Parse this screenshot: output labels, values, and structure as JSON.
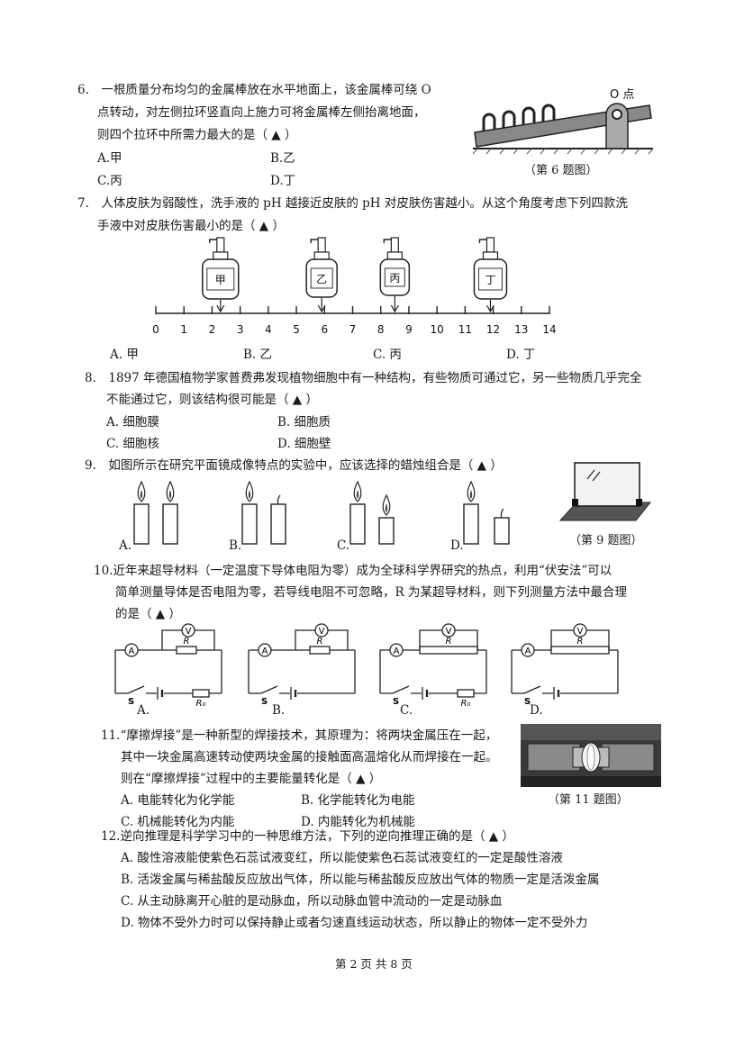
{
  "q6": {
    "lines": [
      "6.　一根质量分布均匀的金属棒放在水平地面上，该金属棒可绕 O",
      "点转动，对左侧拉环竖直向上施力可将金属棒左侧抬离地面，",
      "则四个拉环中所需力最大的是（ ▲ ）"
    ],
    "options": [
      "A.甲",
      "B.乙",
      "C.丙",
      "D.丁"
    ],
    "fig_label": "O 点",
    "caption": "（第 6 题图）"
  },
  "q7": {
    "lines": [
      "7.　人体皮肤为弱酸性，洗手液的 pH 越接近皮肤的 pH 对皮肤伤害越小。从这个角度考虑下列四款洗",
      "手液中对皮肤伤害最小的是（ ▲ ）"
    ],
    "bottles": [
      "甲",
      "乙",
      "丙",
      "丁"
    ],
    "scale": [
      "0",
      "1",
      "2",
      "3",
      "4",
      "5",
      "6",
      "7",
      "8",
      "9",
      "10",
      "11",
      "12",
      "13",
      "14"
    ],
    "bottle_ph": [
      2.3,
      5.9,
      8.5,
      11.9
    ],
    "options": [
      "A. 甲",
      "B. 乙",
      "C. 丙",
      "D. 丁"
    ]
  },
  "q8": {
    "lines": [
      "8.　1897 年德国植物学家普费弗发现植物细胞中有一种结构，有些物质可通过它，另一些物质几乎完全",
      "不能通过它，则该结构很可能是（ ▲ ）"
    ],
    "options": [
      "A. 细胞膜",
      "B. 细胞质",
      "C. 细胞核",
      "D. 细胞壁"
    ]
  },
  "q9": {
    "lines": [
      "9.　如图所示在研究平面镜成像特点的实验中，应该选择的蜡烛组合是（ ▲ ）"
    ],
    "options": [
      "A.",
      "B.",
      "C.",
      "D."
    ],
    "caption": "（第 9 题图）"
  },
  "q10": {
    "lines": [
      "10.近年来超导材料（一定温度下导体电阻为零）成为全球科学界研究的热点，利用“伏安法”可以",
      "简单测量导体是否电阻为零，若导线电阻不可忽略，R 为某超导材料，则下列测量方法中最合理",
      "的是（ ▲ ）"
    ],
    "circuit": {
      "ammeter": "A",
      "voltmeter": "V",
      "resistor": "R",
      "switch": "S",
      "r0": "R₀"
    },
    "options": [
      "A.",
      "B.",
      "C.",
      "D."
    ]
  },
  "q11": {
    "lines": [
      "11.“摩擦焊接”是一种新型的焊接技术，其原理为：将两块金属压在一起，",
      "其中一块金属高速转动使两块金属的接触面高温熔化从而焊接在一起。",
      "则在“摩擦焊接”过程中的主要能量转化是（ ▲ ）"
    ],
    "options": [
      "A. 电能转化为化学能",
      "B. 化学能转化为电能",
      "C. 机械能转化为内能",
      "D. 内能转化为机械能"
    ],
    "caption": "（第 11 题图）"
  },
  "q12": {
    "lines": [
      "12.逆向推理是科学学习中的一种思维方法，下列的逆向推理正确的是（ ▲ ）"
    ],
    "options": [
      "A. 酸性溶液能使紫色石蕊试液变红，所以能使紫色石蕊试液变红的一定是酸性溶液",
      "B. 活泼金属与稀盐酸反应放出气体，所以能与稀盐酸反应放出气体的物质一定是活泼金属",
      "C. 从主动脉离开心脏的是动脉血，所以动脉血管中流动的一定是动脉血",
      "D. 物体不受外力时可以保持静止或者匀速直线运动状态，所以静止的物体一定不受外力"
    ]
  },
  "footer": "第 2 页 共 8 页"
}
